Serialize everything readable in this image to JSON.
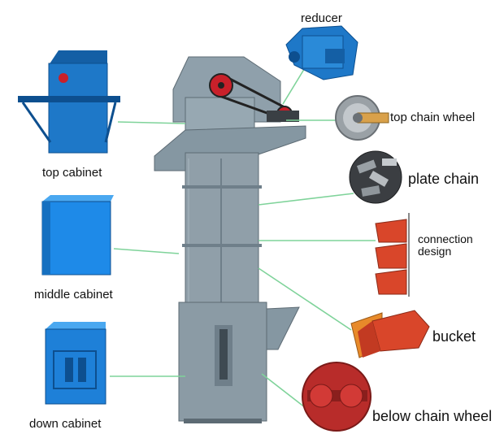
{
  "labels": {
    "reducer": "reducer",
    "top_chain_wheel": "top chain wheel",
    "plate_chain": "plate chain",
    "connection_design": "connection\ndesign",
    "bucket": "bucket",
    "below_chain_wheel": "below chain wheel",
    "top_cabinet": "top cabinet",
    "middle_cabinet": "middle cabinet",
    "down_cabinet": "down cabinet"
  },
  "colors": {
    "machine_body": "#8fa0ab",
    "machine_shadow": "#6f7f8a",
    "cabinet_blue": "#1e78c8",
    "cabinet_dark": "#0d4f8f",
    "bucket_red": "#d9462a",
    "bucket_orange": "#e88a2a",
    "leader_line": "#7fd39a"
  }
}
